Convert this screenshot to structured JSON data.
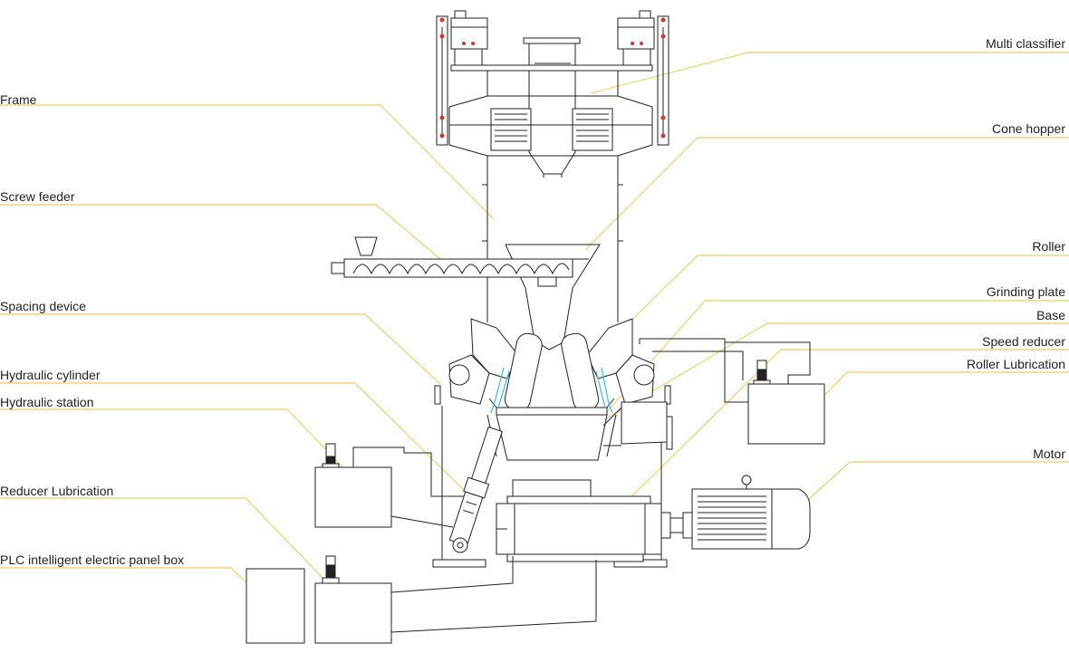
{
  "diagram": {
    "leader_color": "#f2c23a",
    "labels_left": [
      {
        "id": "frame",
        "text": "Frame"
      },
      {
        "id": "screw_feeder",
        "text": "Screw feeder"
      },
      {
        "id": "spacing_device",
        "text": "Spacing device"
      },
      {
        "id": "hydraulic_cylinder",
        "text": "Hydraulic cylinder"
      },
      {
        "id": "hydraulic_station",
        "text": "Hydraulic station"
      },
      {
        "id": "reducer_lubrication",
        "text": "Reducer Lubrication"
      },
      {
        "id": "plc_panel",
        "text": "PLC intelligent electric panel box"
      }
    ],
    "labels_right": [
      {
        "id": "multi_classifier",
        "text": "Multi classifier"
      },
      {
        "id": "cone_hopper",
        "text": "Cone hopper"
      },
      {
        "id": "roller",
        "text": "Roller"
      },
      {
        "id": "grinding_plate",
        "text": "Grinding plate"
      },
      {
        "id": "base",
        "text": "Base"
      },
      {
        "id": "speed_reducer",
        "text": "Speed reducer"
      },
      {
        "id": "roller_lubrication",
        "text": "Roller Lubrication"
      },
      {
        "id": "motor",
        "text": "Motor"
      }
    ]
  }
}
